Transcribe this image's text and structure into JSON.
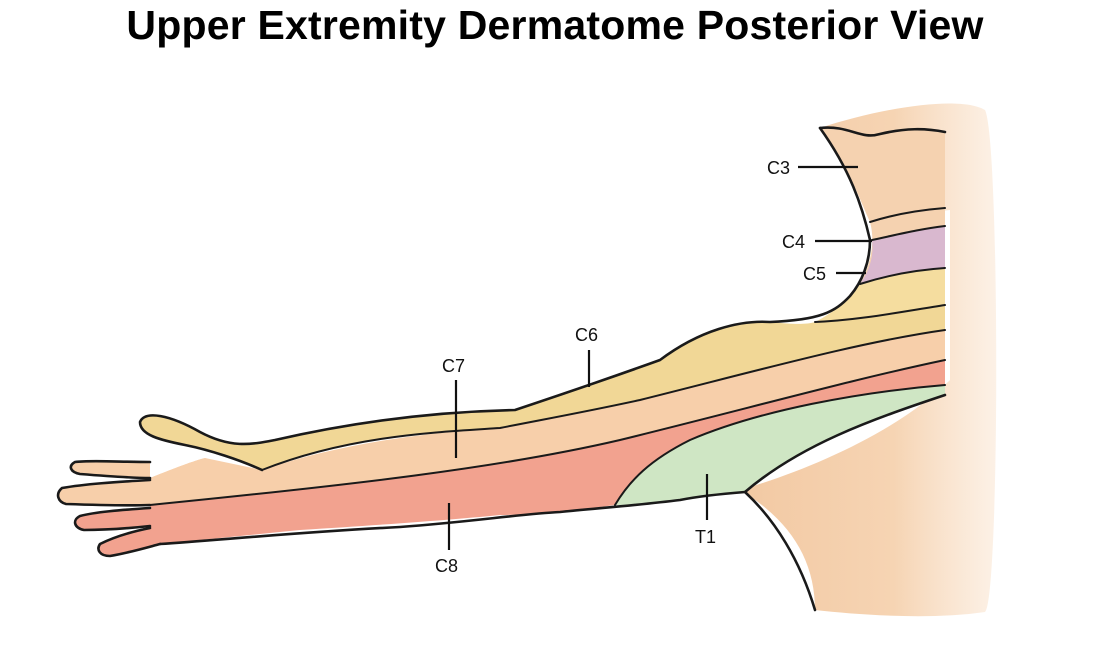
{
  "title": "Upper Extremity Dermatome Posterior View",
  "colors": {
    "skin": "#f7d3ae",
    "shoulder": "#f5d2b0",
    "C4": "#d9b8cf",
    "C5": "#f5dd9f",
    "C6": "#f1d796",
    "C7": "#f7cfaa",
    "C8": "#f2a28f",
    "T1": "#cfe6c4"
  },
  "labels": [
    {
      "id": "C3",
      "text": "C3"
    },
    {
      "id": "C4",
      "text": "C4"
    },
    {
      "id": "C5",
      "text": "C5"
    },
    {
      "id": "C6",
      "text": "C6"
    },
    {
      "id": "C7",
      "text": "C7"
    },
    {
      "id": "C8",
      "text": "C8"
    },
    {
      "id": "T1",
      "text": "T1"
    }
  ]
}
